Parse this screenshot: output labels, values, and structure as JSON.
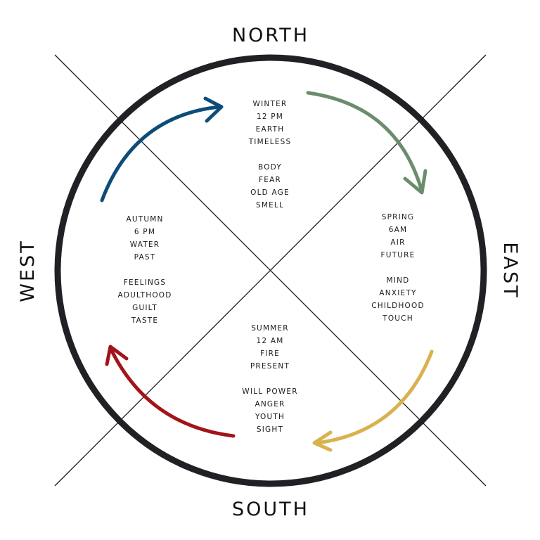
{
  "directions": {
    "north": "NORTH",
    "east": "EAST",
    "south": "SOUTH",
    "west": "WEST"
  },
  "quadrants": {
    "north": [
      "WINTER",
      "12 PM",
      "EARTH",
      "TIMELESS",
      "",
      "BODY",
      "FEAR",
      "OLD AGE",
      "SMELL"
    ],
    "east": [
      "SPRING",
      "6AM",
      "AIR",
      "FUTURE",
      "",
      "MIND",
      "ANXIETY",
      "CHILDHOOD",
      "TOUCH"
    ],
    "south": [
      "SUMMER",
      "12 AM",
      "FIRE",
      "PRESENT",
      "",
      "WILL POWER",
      "ANGER",
      "YOUTH",
      "SIGHT"
    ],
    "west": [
      "AUTUMN",
      "6 PM",
      "WATER",
      "PAST",
      "",
      "FEELINGS",
      "ADULTHOOD",
      "GUILT",
      "TASTE"
    ]
  },
  "colors": {
    "ring": "#222025",
    "divider": "#1a1a1a",
    "arrow_west_to_north": "#0e4c78",
    "arrow_north_to_east": "#6c8c6e",
    "arrow_east_to_south": "#d8b24e",
    "arrow_south_to_west": "#a3141a"
  }
}
